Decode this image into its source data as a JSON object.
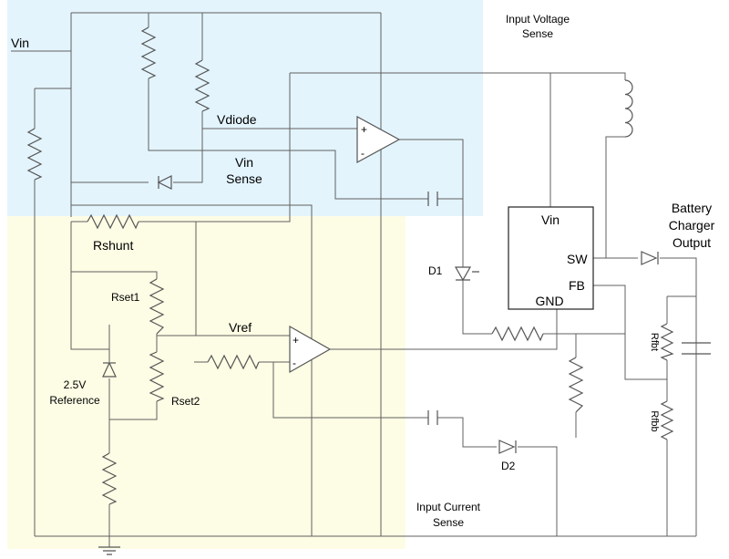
{
  "colors": {
    "voltage_region": "#e3f4fd",
    "current_region": "#fdfde5",
    "wire": "#606060"
  },
  "labels": {
    "vin": "Vin",
    "vdiode": "Vdiode",
    "vin_sense_1": "Vin",
    "vin_sense_2": "Sense",
    "input_voltage_sense_1": "Input Voltage",
    "input_voltage_sense_2": "Sense",
    "rshunt": "Rshunt",
    "rset1": "Rset1",
    "rset2": "Rset2",
    "vref": "Vref",
    "ref_1": "2.5V",
    "ref_2": "Reference",
    "d1": "D1",
    "d2": "D2",
    "ic_vin": "Vin",
    "ic_gnd": "GND",
    "ic_sw": "SW",
    "ic_fb": "FB",
    "battery_1": "Battery",
    "battery_2": "Charger",
    "battery_3": "Output",
    "rfbt": "Rfbt",
    "rfbb": "Rfbb",
    "input_current_sense_1": "Input Current",
    "input_current_sense_2": "Sense",
    "opamp_plus": "+",
    "opamp_minus": "-"
  }
}
